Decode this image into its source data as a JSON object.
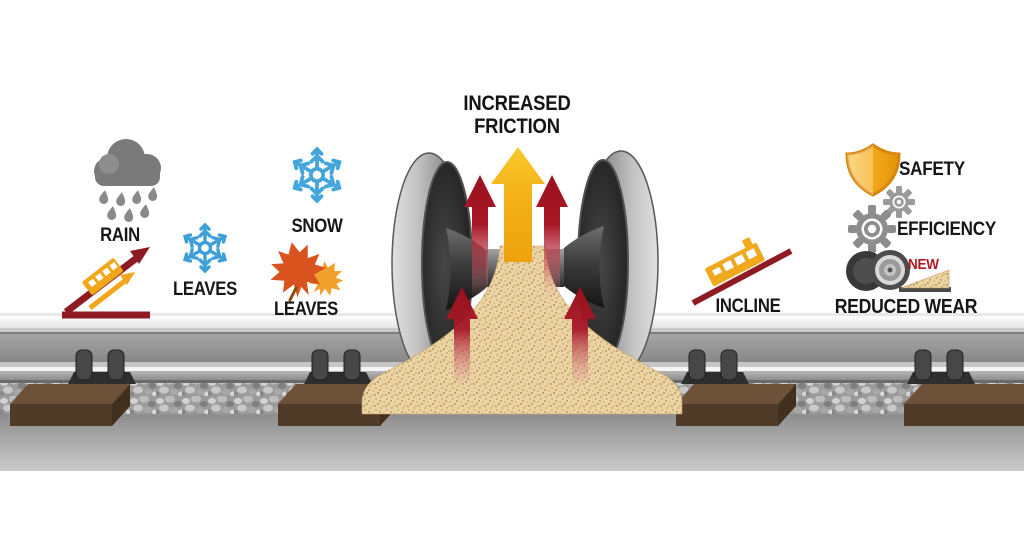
{
  "title": {
    "line1": "INCREASED",
    "line2": "FRICTION"
  },
  "conditions": {
    "rain": "RAIN",
    "leaves_snowflake": "LEAVES",
    "snow": "SNOW",
    "leaves_maple": "LEAVES",
    "incline": "INCLINE"
  },
  "benefits": {
    "safety": "SAFETY",
    "efficiency": "EFFICIENCY",
    "reduced_wear": "REDUCED WEAR",
    "new_badge": "NEW"
  },
  "icons": {
    "rain": "rain-cloud-icon",
    "incline_left": "incline-arrows-icon",
    "leaves_snowflake": "snowflake-icon",
    "snow": "snowflake-icon",
    "leaves_maple": "maple-leaf-icon",
    "incline_right": "train-incline-icon",
    "safety": "shield-icon",
    "efficiency": "gears-icon",
    "reduced_wear": "wheels-sand-icon",
    "center": "wheelset-sanding-graphic"
  },
  "colors": {
    "arrow_red": "#9e1320",
    "arrow_gold": "#f3b117",
    "incline_red": "#8e1b24",
    "train_yellow": "#f2a81c",
    "sand": "#ebd4a4",
    "snow_blue": "#3f9fd8",
    "leaf_orange": "#d9531e",
    "leaf_yellow": "#f0a12e",
    "shield_gold": "#f2a916",
    "gear_gray": "#8d8d8d",
    "sleeper_brown": "#503a28",
    "rail_gray": "#9a9a9a",
    "new_red": "#b01822",
    "text": "#161616"
  }
}
